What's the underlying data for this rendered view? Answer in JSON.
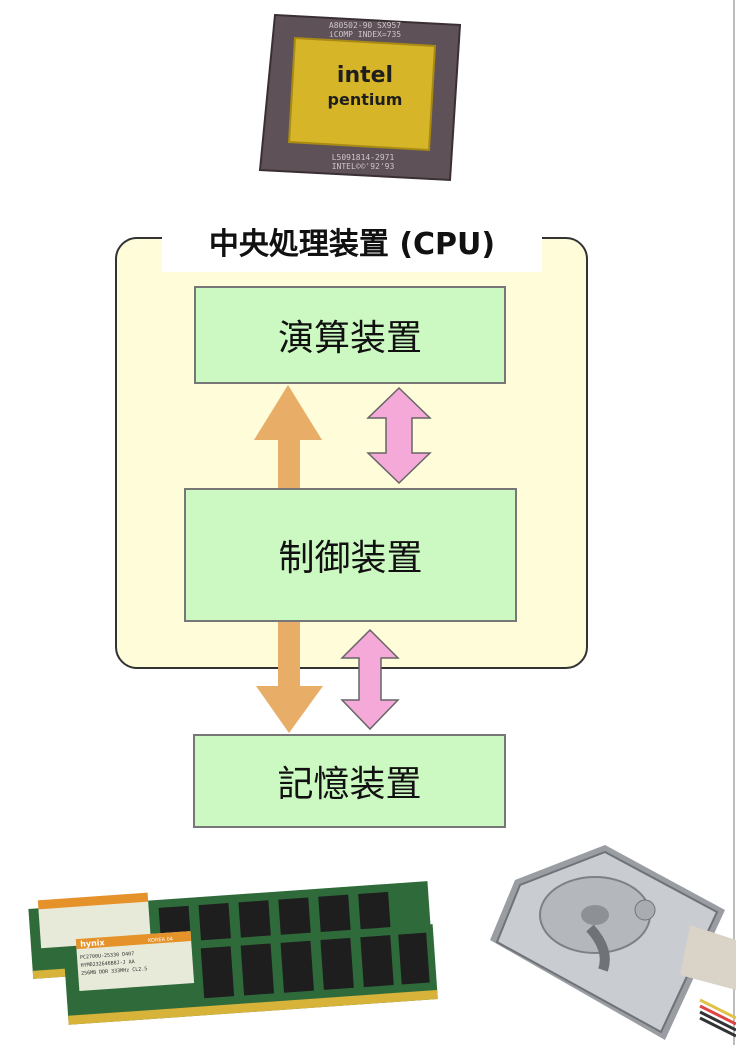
{
  "cpu": {
    "title": "中央処理装置 (CPU)"
  },
  "units": {
    "alu": "演算装置",
    "control": "制御装置",
    "memory": "記憶装置"
  },
  "chip": {
    "brand": "intel",
    "model": "pentium",
    "top_code": "A80502-90 SX957",
    "top_code2": "iCOMP INDEX=735",
    "bottom_code": "L5091814-2971",
    "bottom_code2": "INTEL©©'92'93"
  },
  "ram": {
    "brand": "hynix",
    "label_line1": "KOREA 04",
    "label_line2": "PC2700U-25330  D407",
    "label_line3": "HYMD232646B8J-J  AA",
    "label_line4": "256MB DDR 333MHz CL2.5"
  },
  "colors": {
    "data_arrow": "#e8ad66",
    "control_arrow": "#f5a9d8",
    "unit_fill": "#ccf9c2",
    "cpu_fill": "#fefcd9"
  }
}
